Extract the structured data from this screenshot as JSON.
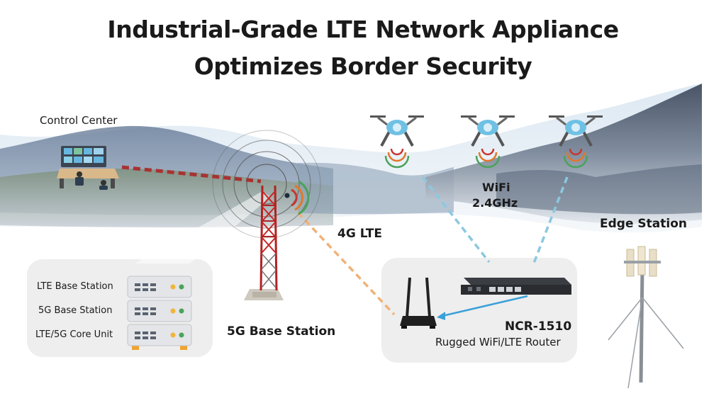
{
  "title": {
    "line1": "Industrial-Grade LTE Network Appliance",
    "line2": "Optimizes Border Security"
  },
  "labels": {
    "control_center": "Control Center",
    "wifi": "WiFi",
    "wifi_freq": "2.4GHz",
    "lte": "4G LTE",
    "edge_station": "Edge Station",
    "base_station": "5G Base Station",
    "router_model": "NCR-1510",
    "router_desc": "Rugged WiFi/LTE Router"
  },
  "server_units": [
    {
      "label": "LTE Base Station"
    },
    {
      "label": "5G Base Station"
    },
    {
      "label": "LTE/5G Core Unit"
    }
  ],
  "colors": {
    "wired_link": "#a83232",
    "lte_link": "#f0b27a",
    "wifi_link": "#8cc8e0",
    "signal_green": "#4aa35a",
    "signal_orange": "#e0782a",
    "signal_red": "#c8362f",
    "drone_blue": "#6ec1e4"
  }
}
